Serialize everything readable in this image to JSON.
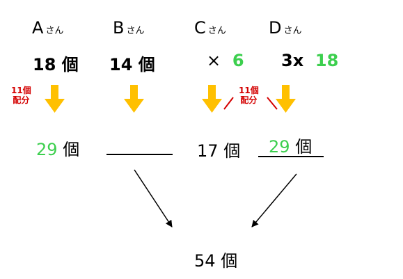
{
  "people": [
    {
      "name": "A",
      "suffix": "さん"
    },
    {
      "name": "B",
      "suffix": "さん"
    },
    {
      "name": "C",
      "suffix": "さん"
    },
    {
      "name": "D",
      "suffix": "さん"
    }
  ],
  "counts": {
    "a": {
      "value": "18",
      "unit": "個"
    },
    "b": {
      "value": "14",
      "unit": "個"
    },
    "c": {
      "prefix": "×",
      "value": "6"
    },
    "d": {
      "prefix": "3x",
      "value": "18"
    }
  },
  "notes": {
    "left": {
      "line1": "11個",
      "line2": "配分"
    },
    "right": {
      "line1": "11個",
      "line2": "配分"
    }
  },
  "results": {
    "a": {
      "value": "29",
      "unit": "個"
    },
    "c": {
      "value": "17",
      "unit": "個"
    },
    "d": {
      "value": "29",
      "unit": "個"
    }
  },
  "total": {
    "value": "54",
    "unit": "個"
  },
  "colors": {
    "arrow_fill": "#ffc000",
    "highlight_green": "#3ccf4e",
    "note_red": "#d40000"
  }
}
